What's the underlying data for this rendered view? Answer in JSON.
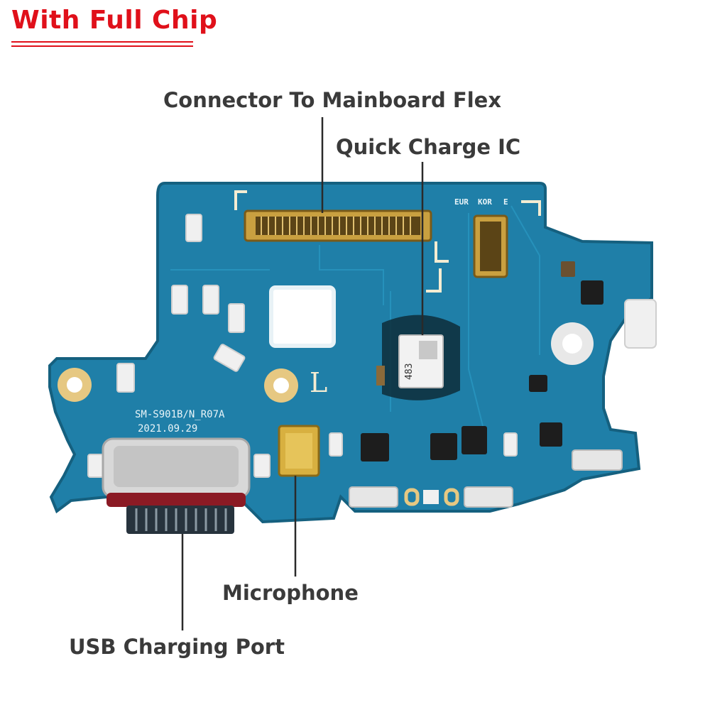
{
  "title": "With Full Chip",
  "labels": {
    "connector": "Connector To Mainboard Flex",
    "quick_charge": "Quick Charge IC",
    "microphone": "Microphone",
    "usb_port": "USB Charging Port"
  },
  "board": {
    "model": "SM-S901B/N_R07A",
    "date": "2021.09.29",
    "side_mark": "L",
    "chip_code": "483",
    "region_marks": [
      "EUR",
      "KOR",
      "E"
    ]
  },
  "colors": {
    "title": "#e0101a",
    "label": "#3a3a3a",
    "pcb": "#1f7fa8",
    "pcb_edge": "#15607f"
  }
}
